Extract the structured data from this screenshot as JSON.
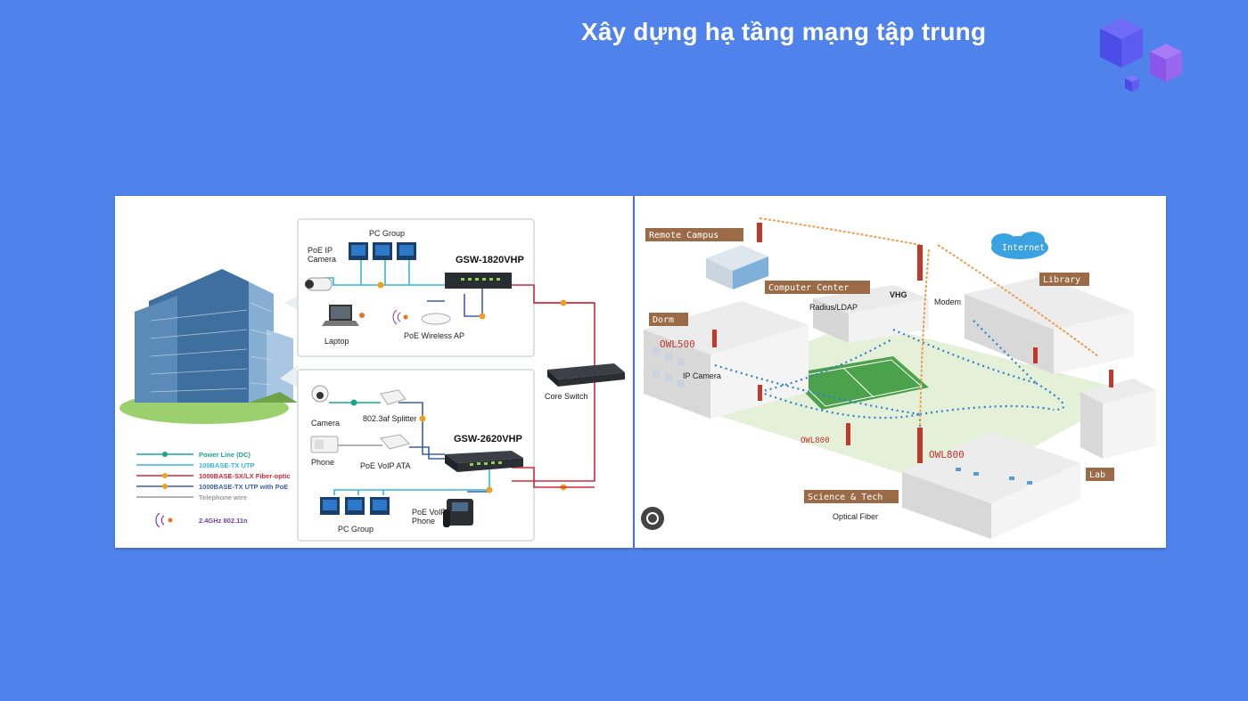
{
  "slide": {
    "title": "Xây dựng hạ tầng mạng tập trung"
  },
  "left_diagram": {
    "top_group": {
      "pc_group": "PC Group",
      "poe_ip_camera": "PoE IP\nCamera",
      "switch": "GSW-1820VHP",
      "laptop": "Laptop",
      "wireless_ap": "PoE Wireless AP"
    },
    "bottom_group": {
      "camera": "Camera",
      "splitter": "802.3af Splitter",
      "switch": "GSW-2620VHP",
      "phone": "Phone",
      "voip_ata": "PoE VoIP ATA",
      "pc_group": "PC Group",
      "voip_phone": "PoE VoIP\nPhone"
    },
    "core_switch": "Core Switch",
    "legend": [
      {
        "label": "Power Line (DC)",
        "color": "#1aa58a"
      },
      {
        "label": "100BASE-TX UTP",
        "color": "#37b4e0"
      },
      {
        "label": "1000BASE-SX/LX Fiber-optic",
        "color": "#d2283c"
      },
      {
        "label": "1000BASE-TX UTP with PoE",
        "color": "#3a5fb0"
      },
      {
        "label": "Telephone wire",
        "color": "#9a9a9a"
      },
      {
        "label": "2.4GHz 802.11n",
        "color": "#7a3aa0"
      }
    ]
  },
  "right_diagram": {
    "tags": {
      "remote_campus": "Remote Campus",
      "computer_center": "Computer Center",
      "internet": "Internet",
      "library": "Library",
      "dorm": "Dorm",
      "science_tech": "Science & Tech",
      "lab": "Lab"
    },
    "labels": {
      "radius": "Radius/LDAP",
      "vhg": "VHG",
      "modem": "Modem",
      "owl500": "OWL500",
      "ip_camera": "IP Camera",
      "owl800_a": "OWL800",
      "owl800_b": "OWL800",
      "optical_fiber": "Optical Fiber"
    }
  }
}
